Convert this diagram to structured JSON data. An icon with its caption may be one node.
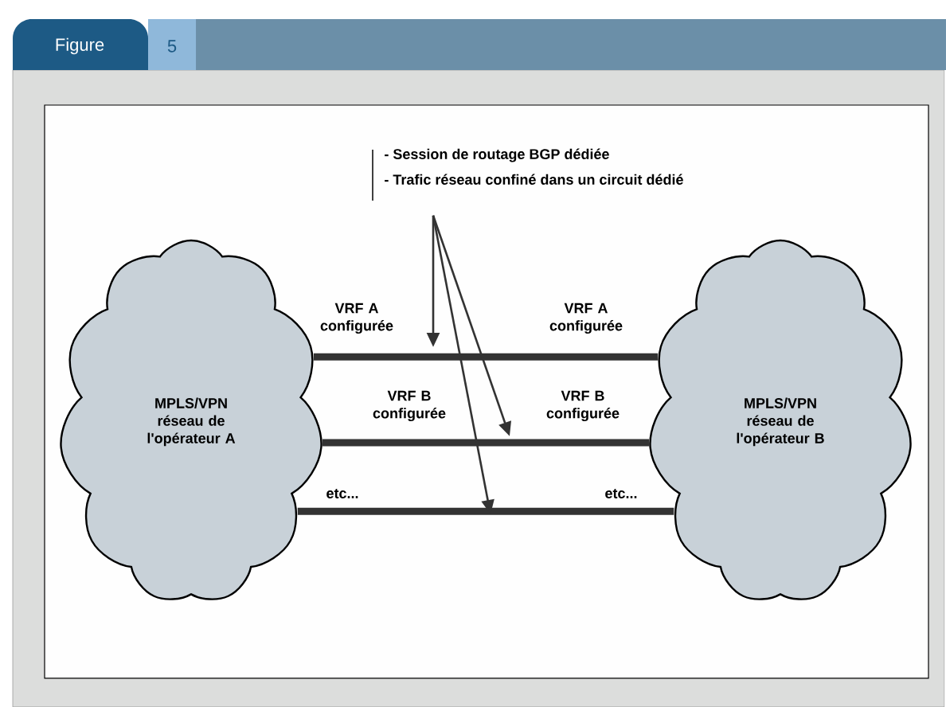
{
  "diagram": {
    "title": "Figure",
    "nodes": [
      {
        "text": [
          "MPLS/VPN réseau de l'opérateur A"
        ]
      },
      {
        "text": [
          "MPLS/VPN réseau de l'opérateur B"
        ]
      },
      {
        "text": [
          "- Session de routage BGP dédiée",
          "- Trafic réseau confiné dans un circuit dédié"
        ]
      }
    ],
    "edges": [
      {
        "from": 0,
        "to": 1,
        "arrow": "none",
        "style": "thick"
      },
      {
        "from": 0,
        "to": 1,
        "arrow": "none",
        "style": "thick"
      },
      {
        "from": 0,
        "to": 1,
        "arrow": "none",
        "style": "thick"
      },
      {
        "from": 2,
        "to": null,
        "arrow": "to"
      },
      {
        "from": 2,
        "to": null,
        "arrow": "to"
      },
      {
        "from": 2,
        "to": null,
        "arrow": "to"
      }
    ],
    "labels": [
      "5",
      "VRF A configurée",
      "VRF A configurée",
      "VRF B configurée",
      "VRF B configurée",
      "etc...",
      "etc..."
    ]
  }
}
